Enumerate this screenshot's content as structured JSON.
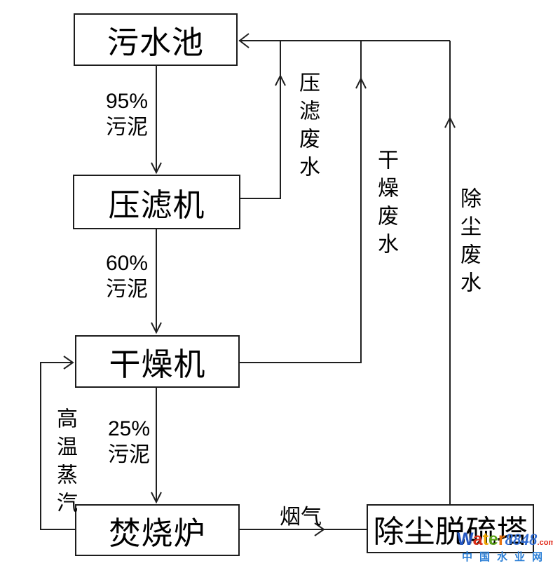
{
  "diagram": {
    "boxes": [
      {
        "id": "sewage-pool",
        "label": "污水池"
      },
      {
        "id": "filter-press",
        "label": "压滤机"
      },
      {
        "id": "dryer",
        "label": "干燥机"
      },
      {
        "id": "incinerator",
        "label": "焚烧炉"
      },
      {
        "id": "dedust-tower",
        "label": "除尘脱硫塔"
      }
    ],
    "sludge_flows": [
      {
        "percent": "95%",
        "material": "污泥"
      },
      {
        "percent": "60%",
        "material": "污泥"
      },
      {
        "percent": "25%",
        "material": "污泥"
      }
    ],
    "streams": {
      "filter_wastewater": "压滤废水",
      "drying_wastewater": "干燥废水",
      "dedust_wastewater": "除尘废水",
      "steam": "高温蒸汽",
      "flue_gas": "烟气"
    }
  },
  "watermark": {
    "brand": [
      {
        "ch": "W",
        "css": "color:#2456c0"
      },
      {
        "ch": "a",
        "css": "color:#d92b16"
      },
      {
        "ch": "t",
        "css": "color:#eda400"
      },
      {
        "ch": "e",
        "css": "color:#5da41a"
      },
      {
        "ch": "r",
        "css": "color:#e87410"
      }
    ],
    "number": "8848",
    "number_css": "color:#2f6bd2",
    "domain": ".com",
    "domain_css": "color:#e02a1a",
    "subtitle": "中国水业网",
    "subtitle_css": "color:#2b7fd6"
  },
  "colors": {
    "line": "#1f1f1f",
    "box_border": "#1c1c1c",
    "text": "#000000",
    "background": "#ffffff"
  }
}
